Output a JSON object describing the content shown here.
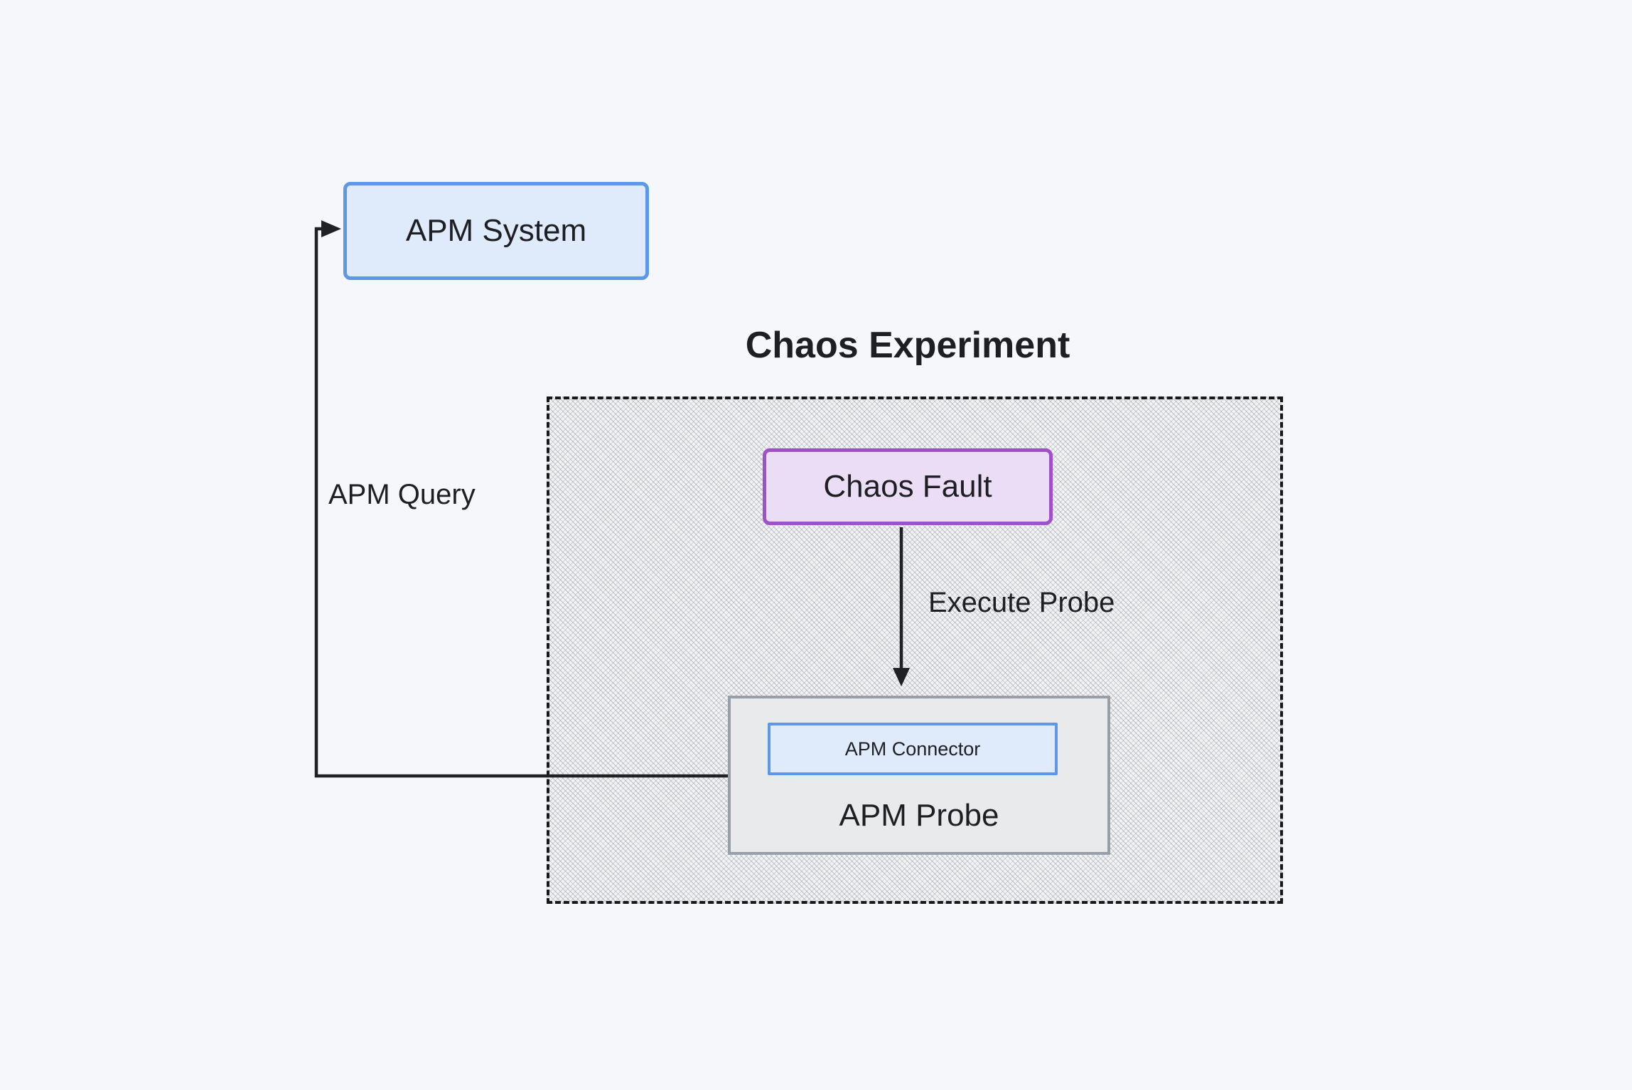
{
  "diagram": {
    "title": "Chaos Experiment",
    "nodes": {
      "apm_system": {
        "label": "APM System"
      },
      "chaos_fault": {
        "label": "Chaos Fault"
      },
      "apm_probe": {
        "label": "APM Probe"
      },
      "apm_connector": {
        "label": "APM Connector"
      }
    },
    "edges": {
      "apm_query": {
        "label": "APM Query"
      },
      "execute_probe": {
        "label": "Execute Probe"
      }
    }
  },
  "colors": {
    "page-bg": "#f5f7fa",
    "text": "#1d1f23",
    "line": "#1f2124",
    "blue-border": "#5e97e5",
    "blue-fill": "#dfeafb",
    "purple-border": "#a050c8",
    "purple-fill": "#ebddf5",
    "gray-border": "#999fa8",
    "gray-fill": "#e9eaec",
    "hatch-base": "#f2f3f4",
    "dash-border": "#16181a"
  }
}
